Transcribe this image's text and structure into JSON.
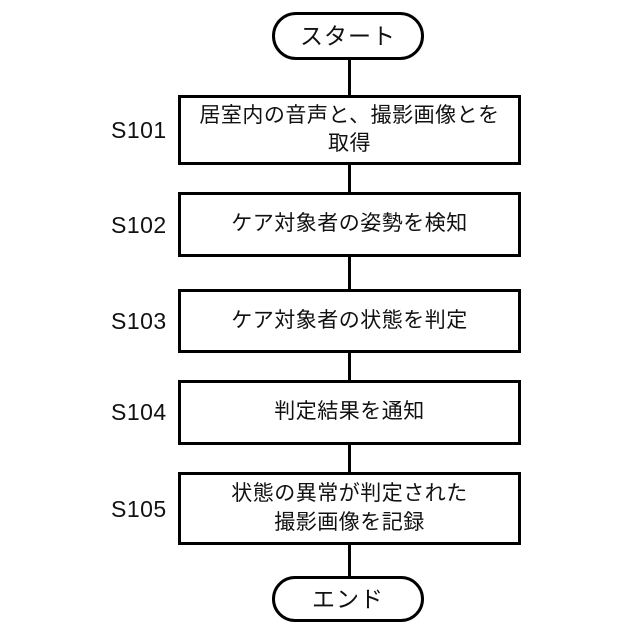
{
  "diagram": {
    "type": "flowchart",
    "orientation": "vertical",
    "title": "",
    "colors": {
      "stroke": "#000000",
      "background": "#ffffff",
      "text": "#111111"
    },
    "nodes": [
      {
        "id": "start",
        "shape": "terminator",
        "label": "スタート",
        "step": ""
      },
      {
        "id": "s101",
        "shape": "process",
        "label": "居室内の音声と、撮影画像とを\n取得",
        "step": "S101"
      },
      {
        "id": "s102",
        "shape": "process",
        "label": "ケア対象者の姿勢を検知",
        "step": "S102"
      },
      {
        "id": "s103",
        "shape": "process",
        "label": "ケア対象者の状態を判定",
        "step": "S103"
      },
      {
        "id": "s104",
        "shape": "process",
        "label": "判定結果を通知",
        "step": "S104"
      },
      {
        "id": "s105",
        "shape": "process",
        "label": "状態の異常が判定された\n撮影画像を記録",
        "step": "S105"
      },
      {
        "id": "end",
        "shape": "terminator",
        "label": "エンド",
        "step": ""
      }
    ],
    "edges": [
      {
        "from": "start",
        "to": "s101",
        "arrowhead": "none"
      },
      {
        "from": "s101",
        "to": "s102",
        "arrowhead": "none"
      },
      {
        "from": "s102",
        "to": "s103",
        "arrowhead": "none"
      },
      {
        "from": "s103",
        "to": "s104",
        "arrowhead": "none"
      },
      {
        "from": "s104",
        "to": "s105",
        "arrowhead": "none"
      },
      {
        "from": "s105",
        "to": "end",
        "arrowhead": "none"
      }
    ]
  }
}
